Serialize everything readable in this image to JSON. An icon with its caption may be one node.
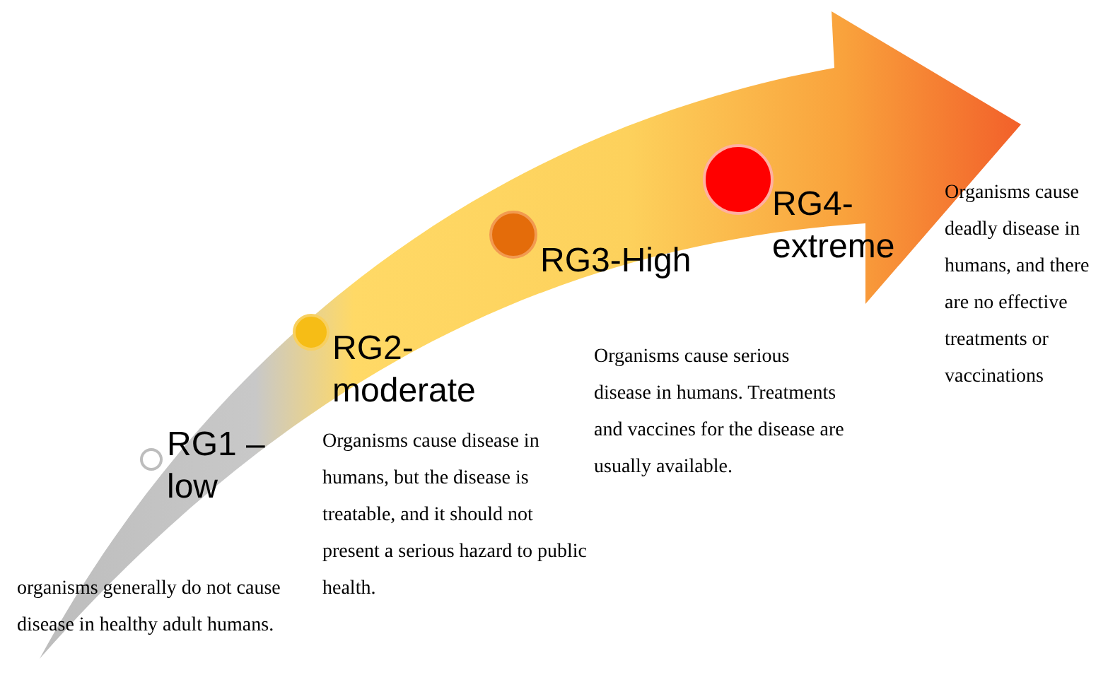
{
  "diagram": {
    "nodes": [
      {
        "text": [
          "RG1 – low",
          "organisms generally do not cause disease in healthy adult humans."
        ]
      },
      {
        "text": [
          "RG2- moderate",
          "Organisms cause disease in humans, but the disease is treatable, and it should not present a serious hazard to public health."
        ]
      },
      {
        "text": [
          "RG3-High",
          "Organisms cause serious disease in humans. Treatments and vaccines for the disease are usually available."
        ]
      },
      {
        "text": [
          "RG4- extreme",
          "Organisms cause deadly disease in humans, and there are no effective treatments or vaccinations"
        ]
      }
    ]
  }
}
